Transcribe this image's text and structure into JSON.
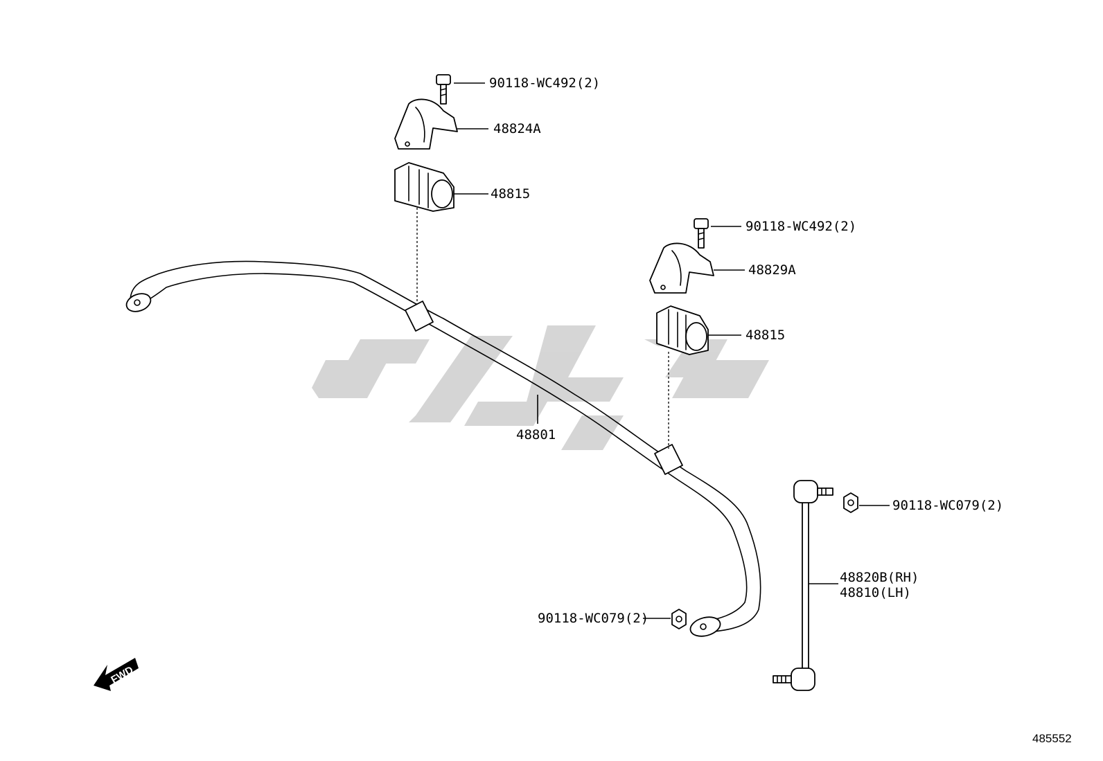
{
  "labels": {
    "bolt_upper_left": "90118-WC492(2)",
    "bracket_left": "48824A",
    "bushing_left": "48815",
    "bolt_upper_right": "90118-WC492(2)",
    "bracket_right": "48829A",
    "bushing_right": "48815",
    "stabilizer_bar": "48801",
    "nut_right": "90118-WC079(2)",
    "link_rh": "48820B(RH)",
    "link_lh": "48810(LH)",
    "nut_bottom": "90118-WC079(2)"
  },
  "fwd_arrow_text": "FWD",
  "illustration_id": "485552"
}
